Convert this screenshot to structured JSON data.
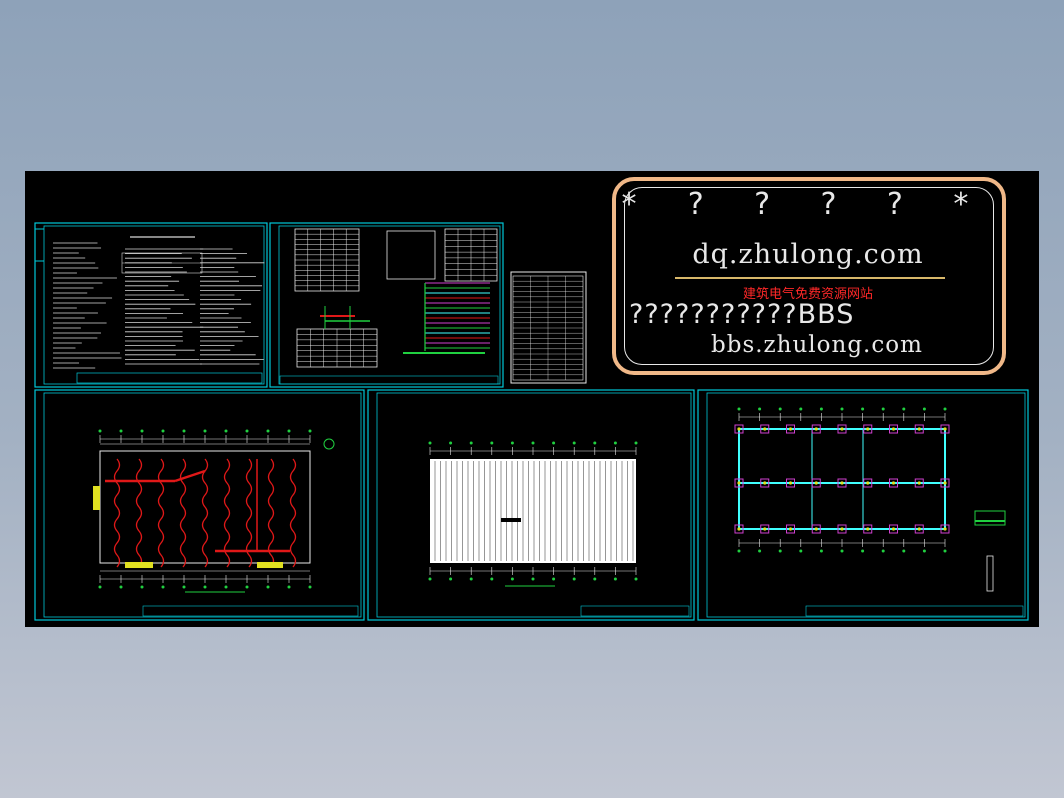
{
  "watermark": {
    "stars_row": [
      "*",
      "?",
      "?",
      "?",
      "?",
      "*"
    ],
    "site": "dq.zhulong.com",
    "slogan_cn": "建筑电气免费资源网站",
    "bbs_line": "???????????BBS",
    "bbs_url": "bbs.zhulong.com"
  },
  "colors": {
    "canvas": "#000000",
    "frame": "#00c8d8",
    "wire": "#e01818",
    "white_text": "#e8e8e8",
    "green": "#20d040",
    "cyan_bright": "#40ffff",
    "magenta": "#d040d0",
    "yellow": "#e0e020",
    "watermark_border": "#f0b888"
  },
  "sheets": [
    {
      "id": "general-notes"
    },
    {
      "id": "system-diagram"
    },
    {
      "id": "schedule-table"
    },
    {
      "id": "lighting-plan"
    },
    {
      "id": "roof-plan"
    },
    {
      "id": "grounding-plan"
    }
  ]
}
